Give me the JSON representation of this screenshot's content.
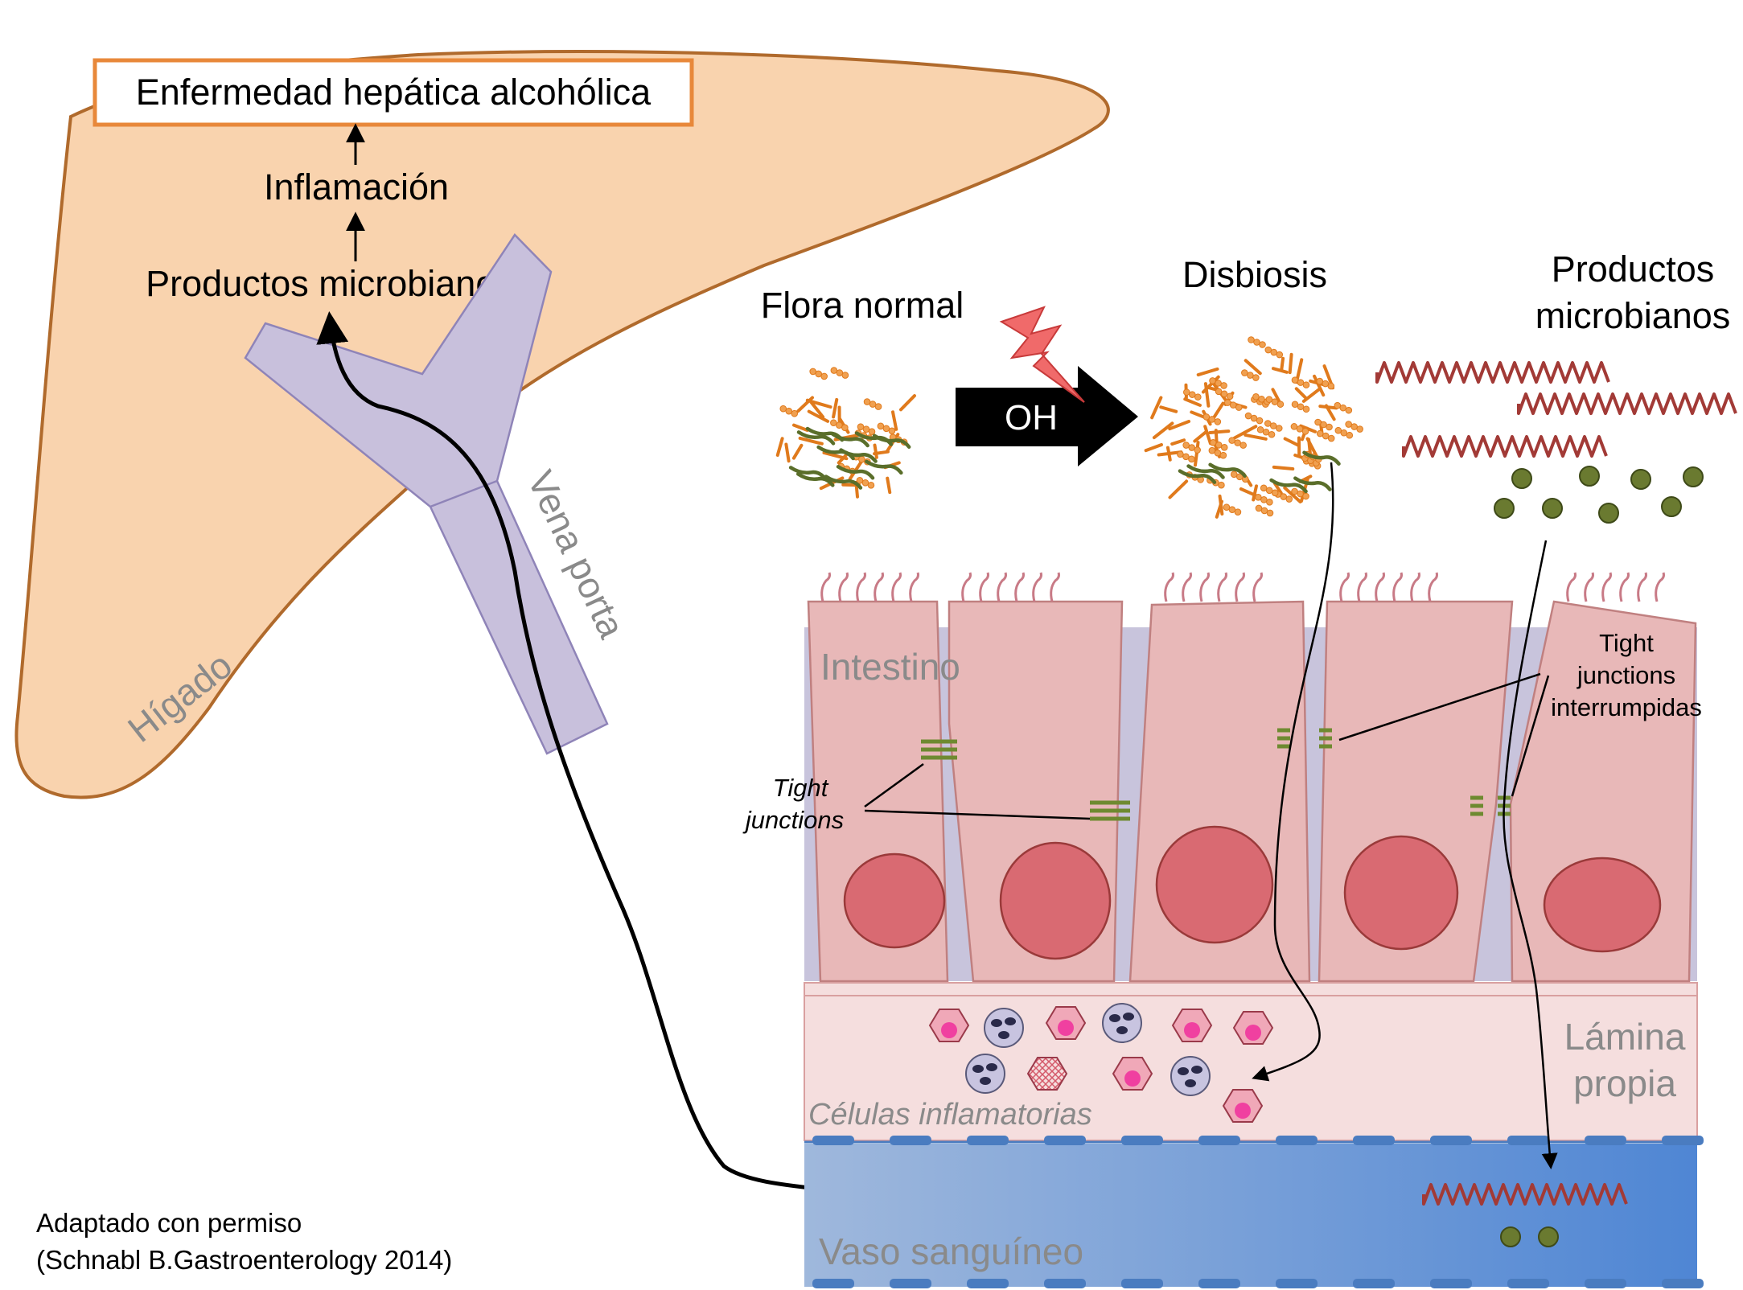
{
  "liver": {
    "title": "Enfermedad hepática alcohólica",
    "inflammation": "Inflamación",
    "microbial_products": "Productos microbianos",
    "label": "Hígado"
  },
  "portal_vein": {
    "label": "Vena porta"
  },
  "gut": {
    "normal_flora": "Flora normal",
    "ethanol": "OH",
    "dysbiosis": "Disbiosis",
    "microbial_products_line1": "Productos",
    "microbial_products_line2": "microbianos",
    "intestine": "Intestino",
    "tight_junctions_line1": "Tight",
    "tight_junctions_line2": "junctions",
    "disrupted_line1": "Tight",
    "disrupted_line2": "junctions",
    "disrupted_line3": "interrumpidas",
    "lamina_line1": "Lámina",
    "lamina_line2": "propia",
    "inflammatory_cells": "Células inflamatorias",
    "blood_vessel": "Vaso sanguíneo"
  },
  "credit": {
    "line1": "Adaptado con permiso",
    "line2": "(Schnabl B.Gastroenterology  2014)"
  },
  "colors": {
    "liver_fill": "#f9d3ae",
    "liver_stroke": "#b06a2c",
    "title_box": "#e8883a",
    "vein": "#c8c0dc",
    "epithelium": "#e8b8b8",
    "nucleus": "#d96a72",
    "lamina": "#f5dede",
    "vessel": "#6a98d6",
    "bacteria_orange": "#e07a1c",
    "bacteria_green": "#5a6e2a",
    "microbe_red": "#a23a36",
    "tight_junction": "#6e8a30"
  }
}
